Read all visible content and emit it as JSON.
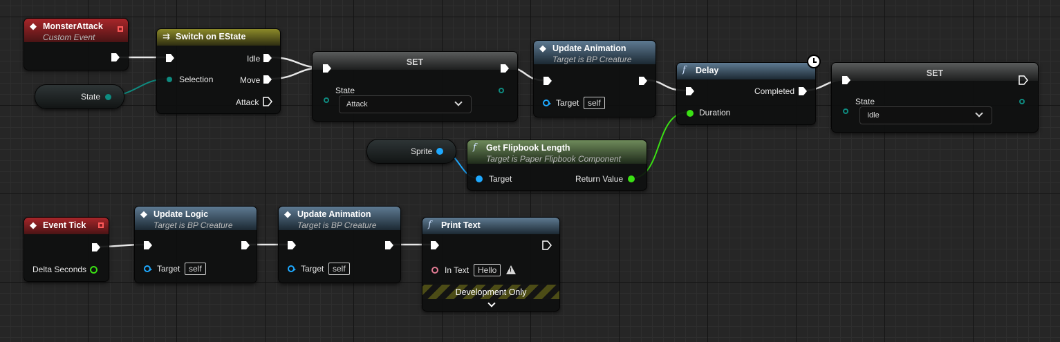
{
  "nodes": {
    "monster_attack": {
      "title": "MonsterAttack",
      "subtitle": "Custom Event"
    },
    "switch": {
      "title": "Switch on EState",
      "selection": "Selection",
      "idle": "Idle",
      "move": "Move",
      "attack": "Attack"
    },
    "state_var": {
      "label": "State"
    },
    "set1": {
      "title": "SET",
      "pin_label": "State",
      "value": "Attack"
    },
    "update_anim1": {
      "title": "Update Animation",
      "subtitle": "Target is BP Creature",
      "target": "Target",
      "self": "self"
    },
    "delay": {
      "title": "Delay",
      "completed": "Completed",
      "duration": "Duration"
    },
    "set2": {
      "title": "SET",
      "pin_label": "State",
      "value": "Idle"
    },
    "sprite_var": {
      "label": "Sprite"
    },
    "flipbook": {
      "title": "Get Flipbook Length",
      "subtitle": "Target is Paper Flipbook Component",
      "target": "Target",
      "return_value": "Return Value"
    },
    "event_tick": {
      "title": "Event Tick",
      "delta": "Delta Seconds"
    },
    "update_logic": {
      "title": "Update Logic",
      "subtitle": "Target is BP Creature",
      "target": "Target",
      "self": "self"
    },
    "update_anim2": {
      "title": "Update Animation",
      "subtitle": "Target is BP Creature",
      "target": "Target",
      "self": "self"
    },
    "print_text": {
      "title": "Print Text",
      "in_text": "In Text",
      "value": "Hello",
      "dev_only": "Development Only"
    }
  },
  "colors": {
    "event_red": "#a8262a",
    "flow_yellow": "#8c8a2a",
    "function_blue": "#5e7a92",
    "pure_green": "#6e8a5a",
    "enum_pin": "#0e8b80",
    "object_pin": "#1ea9ff",
    "float_pin": "#3be014",
    "text_pin": "#e07a92"
  },
  "icons": [
    "event-diamond-icon",
    "switch-icon",
    "function-icon",
    "clock-icon",
    "warning-icon",
    "chevron-down-icon"
  ]
}
